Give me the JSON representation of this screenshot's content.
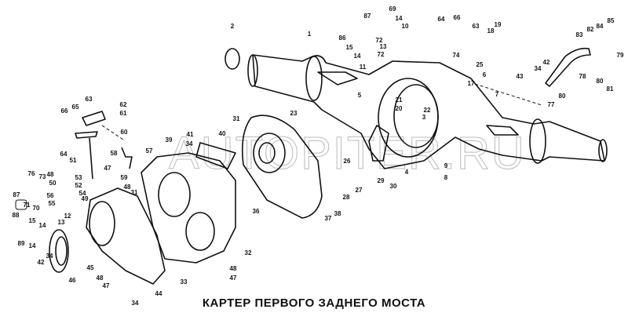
{
  "title": "КАРТЕР ПЕРВОГО ЗАДНЕГО МОСТА",
  "watermark": "AUTOPITER.RU",
  "callouts": [
    "2",
    "1",
    "87",
    "69",
    "14",
    "10",
    "86",
    "15",
    "72",
    "13",
    "14",
    "72",
    "11",
    "5",
    "21",
    "20",
    "23",
    "22",
    "3",
    "64",
    "66",
    "63",
    "18",
    "19",
    "43",
    "34",
    "42",
    "83",
    "82",
    "84",
    "85",
    "79",
    "78",
    "80",
    "81",
    "74",
    "25",
    "6",
    "17",
    "7",
    "80",
    "77",
    "9",
    "8",
    "29",
    "30",
    "4",
    "26",
    "27",
    "28",
    "31",
    "40",
    "41",
    "34",
    "39",
    "36",
    "37",
    "38",
    "32",
    "33",
    "48",
    "47",
    "44",
    "34",
    "63",
    "62",
    "61",
    "66",
    "65",
    "60",
    "64",
    "51",
    "57",
    "58",
    "59",
    "47",
    "53",
    "52",
    "48",
    "31",
    "54",
    "49",
    "76",
    "73",
    "48",
    "50",
    "56",
    "87",
    "71",
    "55",
    "70",
    "12",
    "88",
    "15",
    "14",
    "13",
    "89",
    "14",
    "42",
    "34",
    "46",
    "45",
    "48",
    "47"
  ]
}
